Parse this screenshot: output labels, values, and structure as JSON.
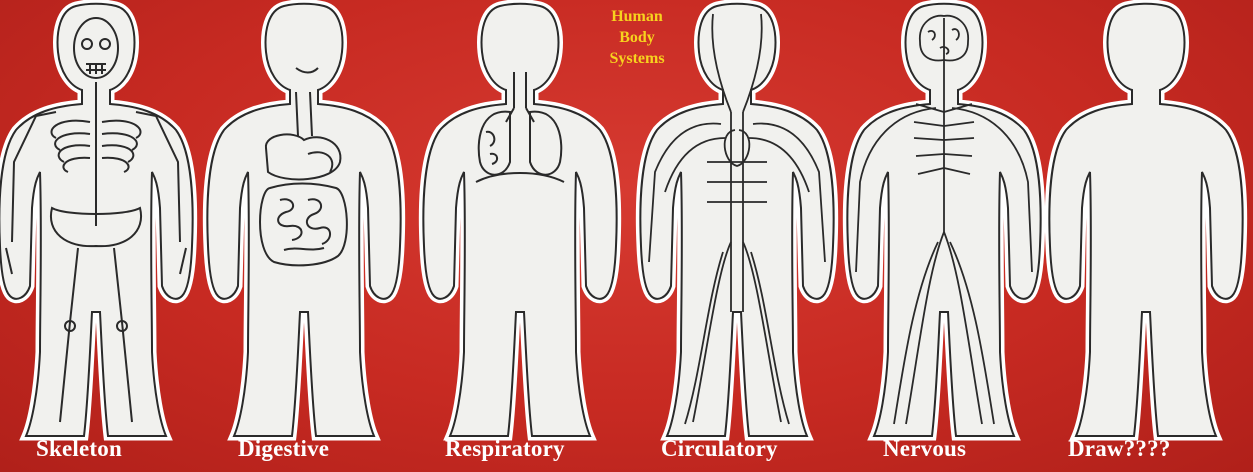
{
  "title": {
    "line1": "Human",
    "line2": "Body",
    "line3": "Systems"
  },
  "colors": {
    "background": "#c72a22",
    "title": "#f7d31e",
    "label": "#ffffff",
    "paper": "#f1f1ee",
    "ink": "#2a2a2a"
  },
  "figures": [
    {
      "label": "Skeleton",
      "icon": "skeleton-figure-icon"
    },
    {
      "label": "Digestive",
      "icon": "digestive-figure-icon"
    },
    {
      "label": "Respiratory",
      "icon": "respiratory-figure-icon"
    },
    {
      "label": "Circulatory",
      "icon": "circulatory-figure-icon"
    },
    {
      "label": "Nervous",
      "icon": "nervous-figure-icon"
    },
    {
      "label": "Draw????",
      "icon": "blank-figure-icon"
    }
  ]
}
